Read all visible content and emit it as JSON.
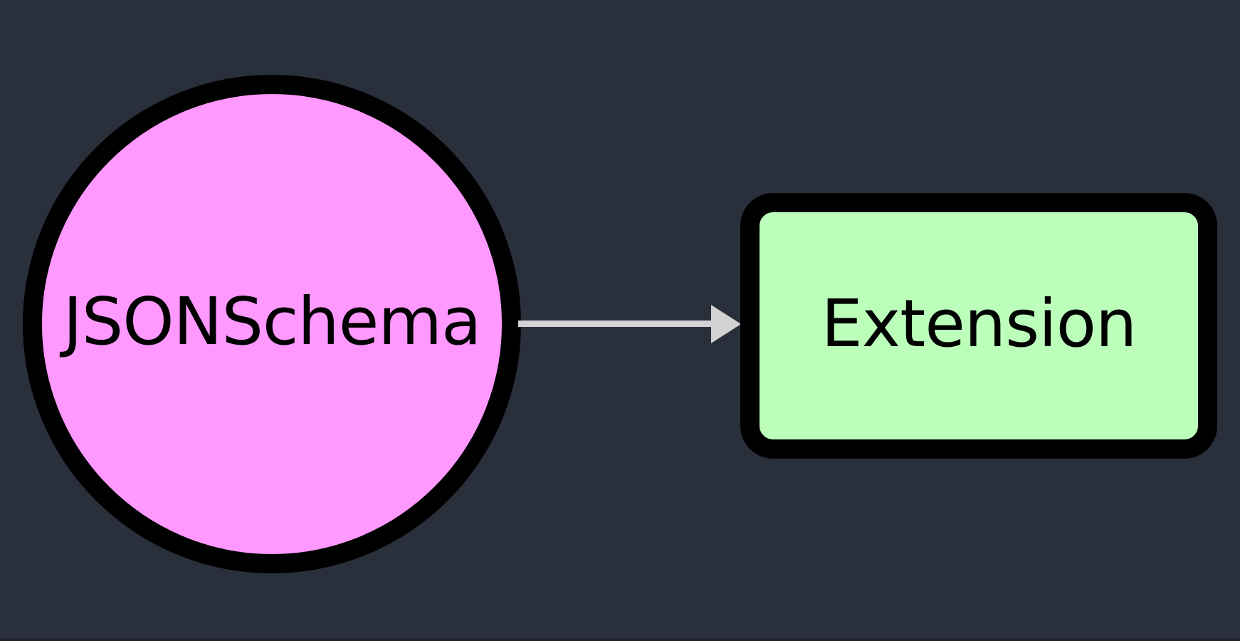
{
  "diagram": {
    "type": "flowchart",
    "direction": "left-to-right",
    "background_color": "#2a2f3c",
    "bottom_edge_color": "#1f242e",
    "nodes": [
      {
        "id": "jsonschema",
        "label": "JSONSchema",
        "shape": "circle",
        "fill_color": "#ff99ff",
        "border_color": "#000000",
        "text_color": "#000000"
      },
      {
        "id": "extension",
        "label": "Extension",
        "shape": "rounded-rectangle",
        "fill_color": "#bbffbb",
        "border_color": "#000000",
        "text_color": "#000000"
      }
    ],
    "edges": [
      {
        "from": "jsonschema",
        "to": "extension",
        "style": "solid",
        "arrowhead": "filled-triangle",
        "color": "#d3d3d3",
        "label": ""
      }
    ]
  }
}
